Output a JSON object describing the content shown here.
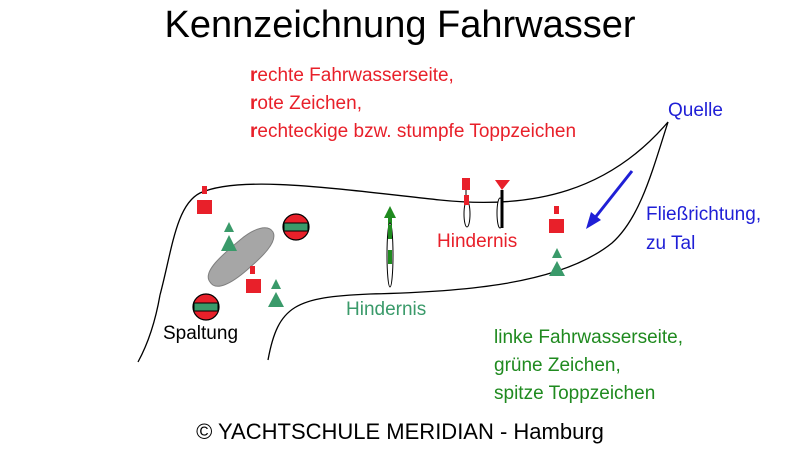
{
  "title": "Kennzeichnung Fahrwasser",
  "right_side": {
    "lines": [
      {
        "initial": "r",
        "rest": "echte Fahrwasserseite,"
      },
      {
        "initial": "r",
        "rest": "ote Zeichen,"
      },
      {
        "initial": "r",
        "rest": "echteckige bzw. stumpfe Toppzeichen"
      }
    ]
  },
  "left_side": {
    "lines": [
      "linke Fahrwasserseite,",
      "grüne Zeichen,",
      "spitze Toppzeichen"
    ]
  },
  "labels": {
    "source": "Quelle",
    "flow_line1": "Fließrichtung,",
    "flow_line2": "zu Tal",
    "obstacle_red": "Hindernis",
    "obstacle_green": "Hindernis",
    "split": "Spaltung"
  },
  "copyright": "© YACHTSCHULE MERIDIAN - Hamburg",
  "colors": {
    "red": "#e8202a",
    "green": "#3a9a6a",
    "blue": "#1f1fd6",
    "island": "#a6a6a6"
  }
}
